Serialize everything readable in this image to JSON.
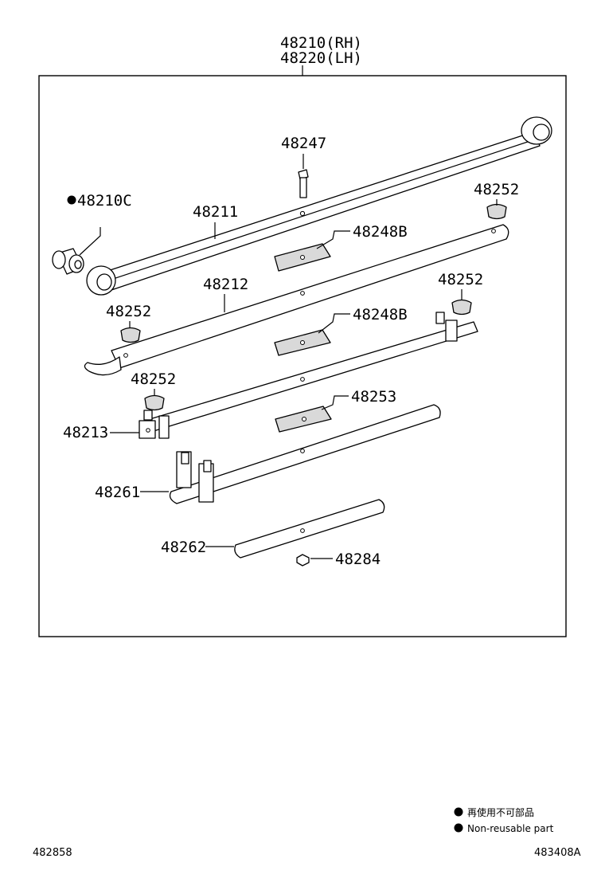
{
  "title": {
    "line1": "48210(RH)",
    "line2": "48220(LH)"
  },
  "callouts": {
    "p48247": "48247",
    "p48210c": "48210C",
    "p48211": "48211",
    "p48252_a": "48252",
    "p48248b_a": "48248B",
    "p48212": "48212",
    "p48252_b": "48252",
    "p48252_c": "48252",
    "p48248b_b": "48248B",
    "p48252_d": "48252",
    "p48253": "48253",
    "p48213": "48213",
    "p48261": "48261",
    "p48262": "48262",
    "p48284": "48284"
  },
  "legend": {
    "line_jp": "再使用不可部品",
    "line_en": "Non-reusable part"
  },
  "footer": {
    "left_code": "482858",
    "right_code": "483408A"
  }
}
